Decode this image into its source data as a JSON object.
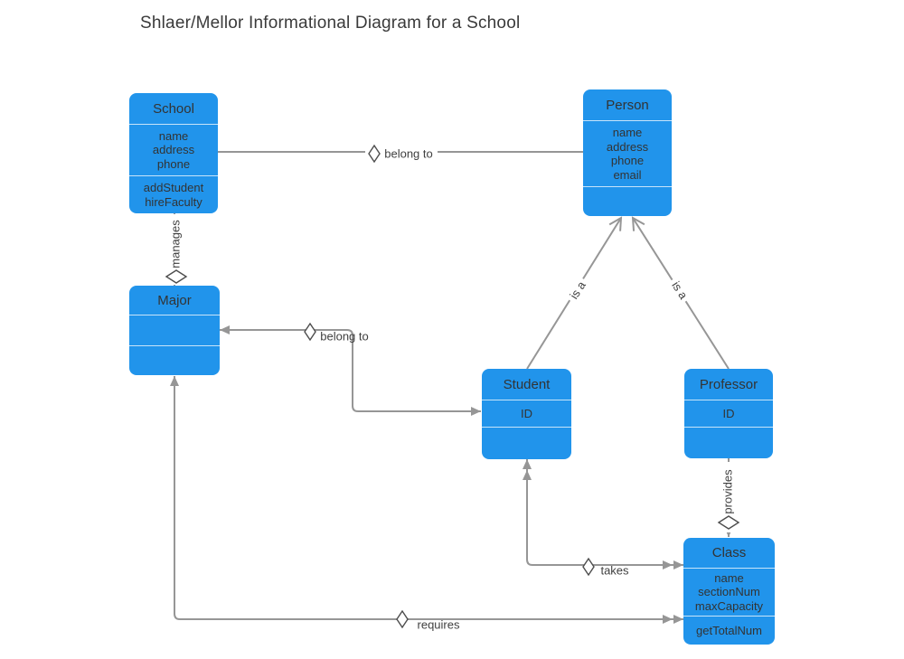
{
  "title": "Shlaer/Mellor Informational Diagram for a School",
  "entities": [
    {
      "name": "School",
      "attributes": [
        "name",
        "address",
        "phone"
      ],
      "operations": [
        "addStudent",
        "hireFaculty"
      ]
    },
    {
      "name": "Person",
      "attributes": [
        "name",
        "address",
        "phone",
        "email"
      ],
      "operations": []
    },
    {
      "name": "Major",
      "attributes": [],
      "operations": []
    },
    {
      "name": "Student",
      "attributes": [
        "ID"
      ],
      "operations": []
    },
    {
      "name": "Professor",
      "attributes": [
        "ID"
      ],
      "operations": []
    },
    {
      "name": "Class",
      "attributes": [
        "name",
        "sectionNum",
        "maxCapacity"
      ],
      "operations": [
        "getTotalNum"
      ]
    }
  ],
  "relationships": [
    {
      "label": "belong to",
      "from": "School",
      "to": "Person"
    },
    {
      "label": "manages",
      "from": "School",
      "to": "Major"
    },
    {
      "label": "is a",
      "from": "Student",
      "to": "Person"
    },
    {
      "label": "is a",
      "from": "Professor",
      "to": "Person"
    },
    {
      "label": "belong to",
      "from": "Student",
      "to": "Major"
    },
    {
      "label": "takes",
      "from": "Student",
      "to": "Class"
    },
    {
      "label": "requires",
      "from": "Major",
      "to": "Class"
    },
    {
      "label": "provides",
      "from": "Professor",
      "to": "Class"
    }
  ],
  "colors": {
    "entity_fill": "#2194eb",
    "entity_text": "#333333",
    "divider": "rgba(255,255,255,0.75)",
    "connector": "#969696",
    "label_text": "#404040",
    "diamond_stroke": "#4d4d4d",
    "title_text": "#3a3a3a"
  }
}
